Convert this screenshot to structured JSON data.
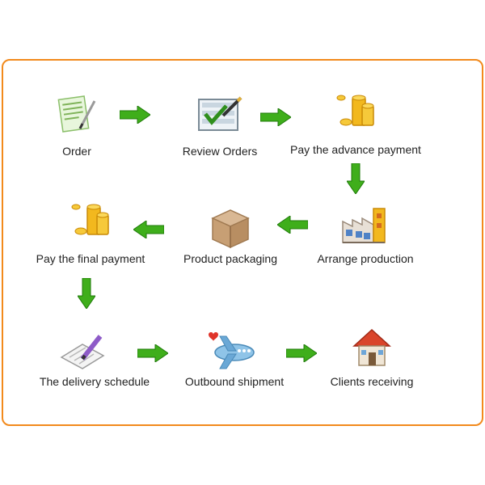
{
  "colors": {
    "frame_border": "#f28a1c",
    "arrow_fill": "#3fae1b",
    "arrow_dark": "#1f7a0a"
  },
  "steps": [
    {
      "label": "Order",
      "icon": "order-form-icon"
    },
    {
      "label": "Review Orders",
      "icon": "review-checklist-icon"
    },
    {
      "label": "Pay the advance payment",
      "icon": "gold-coins-icon"
    },
    {
      "label": "Arrange production",
      "icon": "factory-icon"
    },
    {
      "label": "Product packaging",
      "icon": "cardboard-box-icon"
    },
    {
      "label": "Pay the final payment",
      "icon": "gold-coins-icon"
    },
    {
      "label": "The delivery schedule",
      "icon": "pencil-document-icon"
    },
    {
      "label": "Outbound shipment",
      "icon": "airplane-icon"
    },
    {
      "label": "Clients receiving",
      "icon": "house-icon"
    }
  ]
}
